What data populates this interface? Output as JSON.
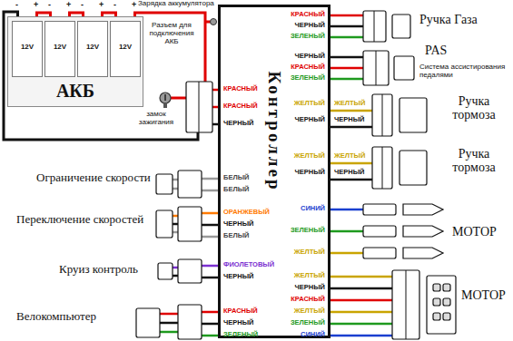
{
  "diagram": {
    "nodes": [
      {
        "text": [
          "АКБ"
        ]
      },
      {
        "text": [
          "12V"
        ],
        "in": 0
      },
      {
        "text": [
          "12V"
        ],
        "in": 0
      },
      {
        "text": [
          "12V"
        ],
        "in": 0
      },
      {
        "text": [
          "12V"
        ],
        "in": 0
      },
      {
        "text": [
          "Контроллер"
        ]
      }
    ],
    "labels": [
      "Зарядка аккумулятора",
      "Разъем для подключения АКБ",
      "замок зажигания",
      "-",
      "+",
      "-",
      "+",
      "-",
      "+",
      "-",
      "+",
      "КРАСНЫЙ",
      "КРАСНЫЙ",
      "ЧЕРНЫЙ",
      "Ограничение скорости",
      "БЕЛЫЙ",
      "БЕЛЫЙ",
      "Переключение скоростей",
      "ОРАНЖЕВЫЙ",
      "ЧЕРНЫЙ",
      "БЕЛЫЙ",
      "Круиз контроль",
      "ФИОЛЕТОВЫЙ",
      "ЧЕРНЫЙ",
      "Велокомпьютер",
      "КРАСНЫЙ",
      "ЧЕРНЫЙ",
      "ЗЕЛЕНЫЙ",
      "КРАСНЫЙ",
      "ЧЕРНЫЙ",
      "ЗЕЛЕНЫЙ",
      "Ручка Газа",
      "ЧЕРНЫЙ",
      "КРАСНЫЙ",
      "ЗЕЛЕНЫЙ",
      "PAS",
      "Система ассистирования педалями",
      "ЖЕЛТЫЙ",
      "ЧЕРНЫЙ",
      "ЖЕЛТЫЙ",
      "ЧЕРНЫЙ",
      "Ручка тормоза",
      "ЖЕЛТЫЙ",
      "ЧЕРНЫЙ",
      "ЖЕЛТЫЙ",
      "ЧЕРНЫЙ",
      "Ручка тормоза",
      "СИНИЙ",
      "ЗЕЛЕНЫЙ",
      "ЖЕЛТЫЙ",
      "МОТОР",
      "ЖЕЛТЫЙ",
      "ЧЕРНЫЙ",
      "КРАСНЫЙ",
      "ЖЕЛТЫЙ",
      "ЗЕЛЕНЫЙ",
      "СИНИЙ",
      "МОТОР"
    ]
  }
}
